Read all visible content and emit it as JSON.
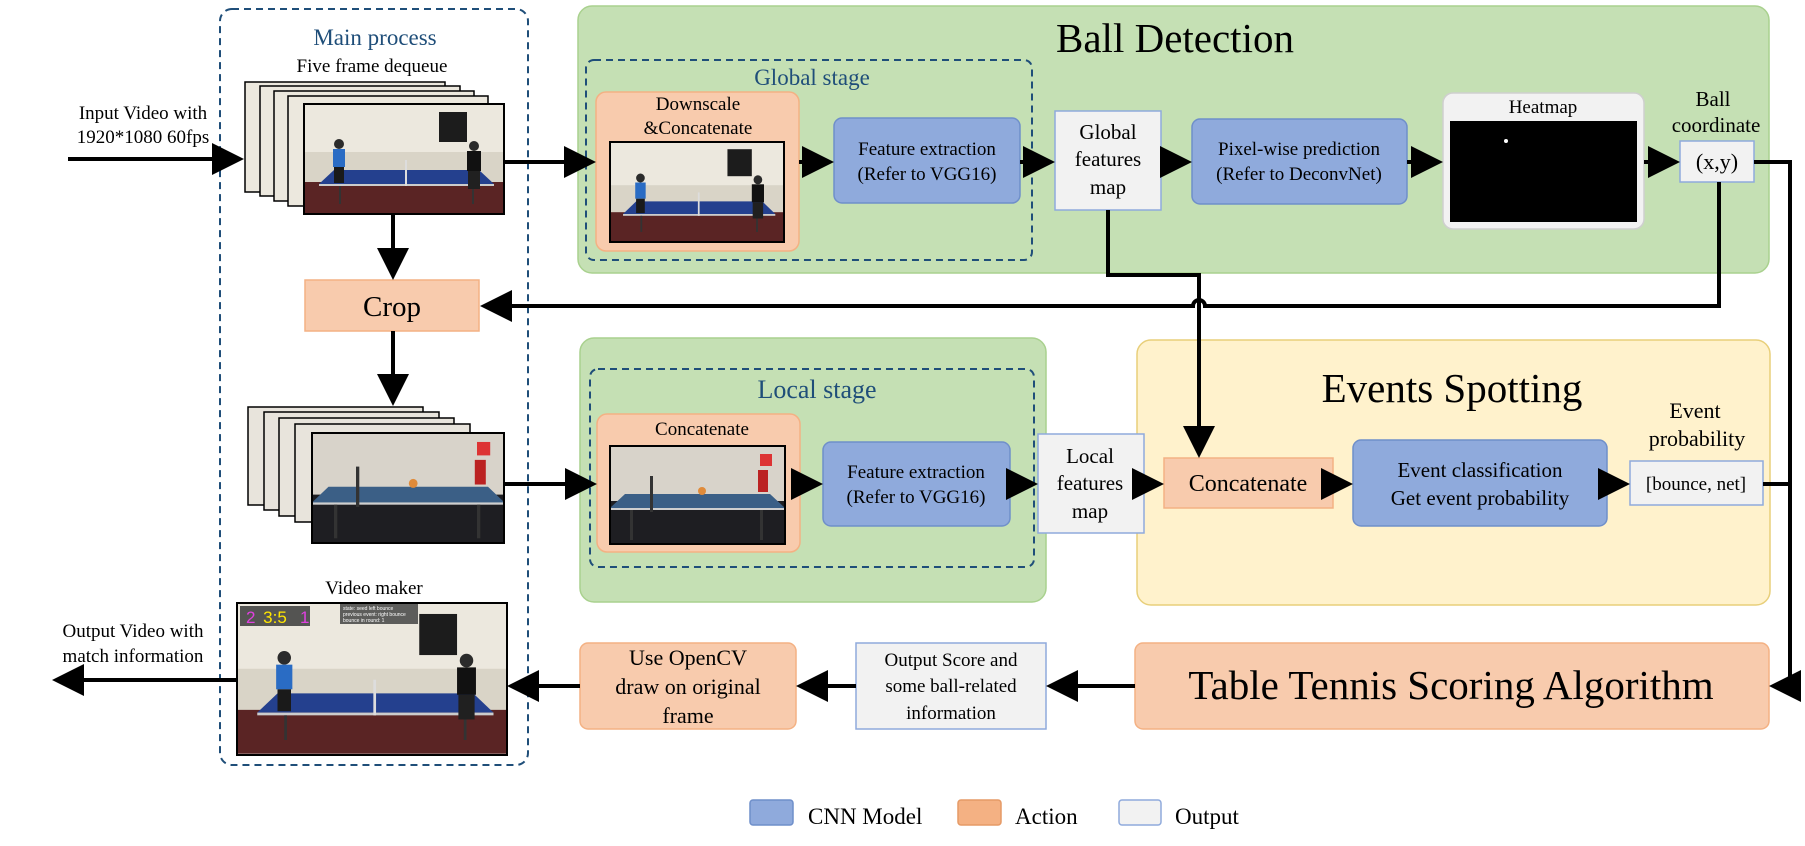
{
  "input": {
    "line1": "Input Video with",
    "line2": "1920*1080 60fps"
  },
  "output_video": {
    "line1": "Output Video with",
    "line2": "match information"
  },
  "main_process": {
    "title": "Main process",
    "dequeue_label": "Five frame dequeue",
    "crop": "Crop",
    "video_maker": "Video maker"
  },
  "scoreboard": {
    "left_digit": "2",
    "score": "3:5",
    "right_digit": "1",
    "info1": "state: seed left bounce",
    "info2": "previous event: right bounce",
    "info3": "bounce in round: 1"
  },
  "ball_detection": {
    "title": "Ball Detection",
    "global_stage": "Global stage",
    "downscale_line1": "Downscale",
    "downscale_line2": "&Concatenate",
    "feat_line1": "Feature extraction",
    "feat_line2": "(Refer to VGG16)",
    "gfm_line1": "Global",
    "gfm_line2": "features",
    "gfm_line3": "map",
    "pix_line1": "Pixel-wise prediction",
    "pix_line2": "(Refer to DeconvNet)",
    "heatmap": "Heatmap",
    "ballcoord_line1": "Ball",
    "ballcoord_line2": "coordinate",
    "xy": "(x,y)"
  },
  "local": {
    "title": "Local stage",
    "concat": "Concatenate",
    "feat_line1": "Feature extraction",
    "feat_line2": "(Refer to VGG16)",
    "lfm_line1": "Local",
    "lfm_line2": "features",
    "lfm_line3": "map"
  },
  "events": {
    "title": "Events Spotting",
    "concat": "Concatenate",
    "cls_line1": "Event classification",
    "cls_line2": "Get event probability",
    "prob_line1": "Event",
    "prob_line2": "probability",
    "prob_value": "[bounce, net]"
  },
  "scoring": {
    "title": "Table Tennis Scoring Algorithm"
  },
  "output_score": {
    "line1": "Output Score and",
    "line2": "some ball-related",
    "line3": "information"
  },
  "opencv": {
    "line1": "Use OpenCV",
    "line2": "draw on original",
    "line3": "frame"
  },
  "legend": {
    "cnn": "CNN Model",
    "action": "Action",
    "output": "Output"
  },
  "colors": {
    "green_panel": "#c5e0b4",
    "yellow_panel": "#fff2cc",
    "cnn_blue": "#8faadc",
    "action_orange": "#f8cbad",
    "output_gray": "#f2f2f2",
    "title_blue": "#1f4e79"
  }
}
